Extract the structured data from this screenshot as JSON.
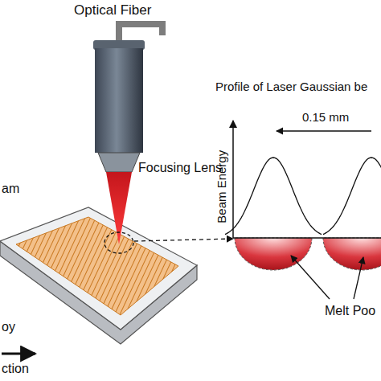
{
  "diagram": {
    "labels": [
      "Optical Fiber",
      "Focusing Lens",
      "am",
      "oy",
      "ction",
      "Profile of Laser Gaussian be",
      "Beam Energy",
      "0.15 mm",
      "Melt Poo"
    ]
  }
}
